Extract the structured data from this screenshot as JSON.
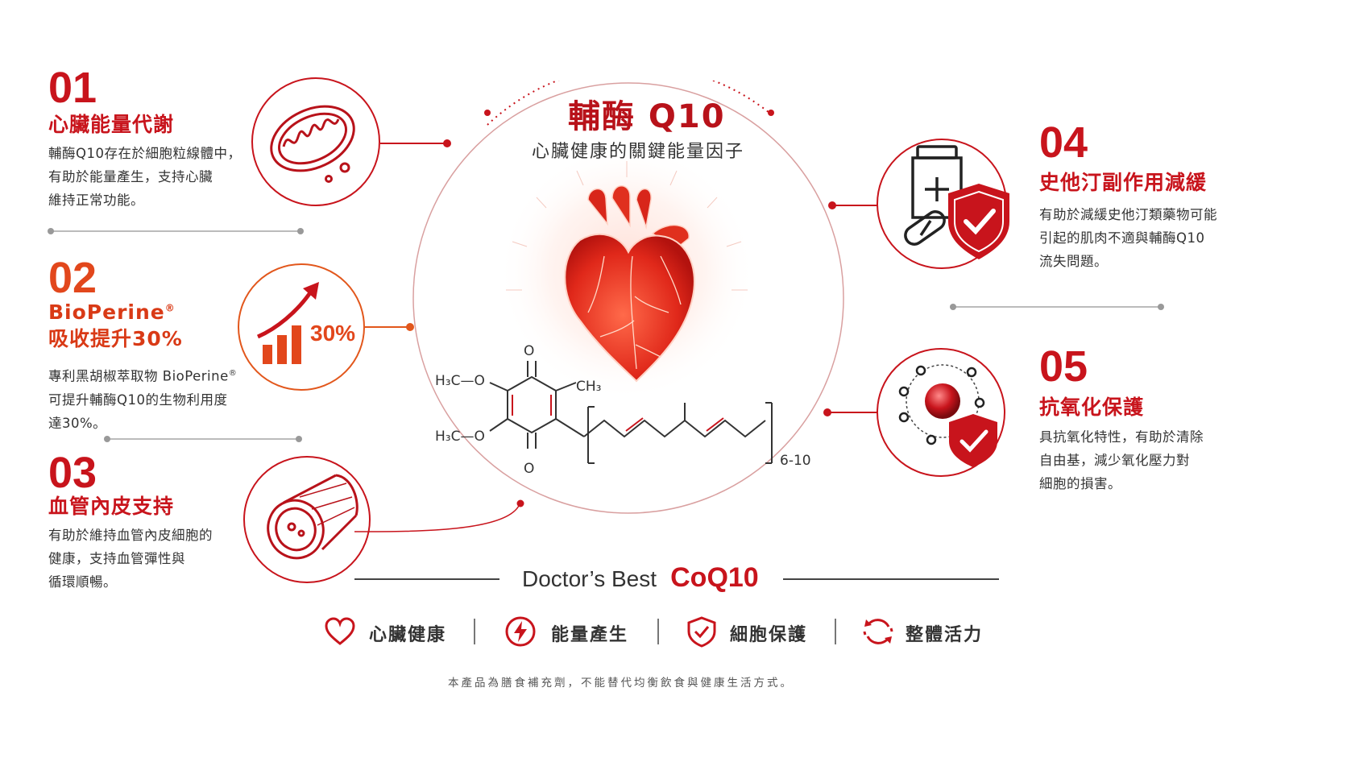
{
  "center": {
    "title": "輔酶 Q10",
    "subtitle": "心臟健康的關鍵能量因子",
    "formula": {
      "group_top": "H₃C—O",
      "group_bottom": "H₃C—O",
      "methyl": "CH₃",
      "oxygen_top": "O",
      "oxygen_bottom": "O",
      "repeat": "6-10"
    }
  },
  "benefits": [
    {
      "num": "01",
      "title": "心臟能量代謝",
      "desc": [
        "輔酶Q10存在於細胞粒線體中，",
        "有助於能量產生，支持心臟",
        "維持正常功能。"
      ],
      "icon": "mitochondria-icon"
    },
    {
      "num": "02",
      "title_line1": "BioPerine",
      "title_reg": "®",
      "title_line2": "吸收提升30%",
      "desc_line1": "專利黑胡椒萃取物 BioPerine",
      "desc_reg": "®",
      "desc": [
        "可提升輔酶Q10的生物利用度",
        "達30%。"
      ],
      "icon_label": "30%",
      "icon": "growth-chart-icon"
    },
    {
      "num": "03",
      "title": "血管內皮支持",
      "desc": [
        "有助於維持血管內皮細胞的",
        "健康，支持血管彈性與",
        "循環順暢。"
      ],
      "icon": "blood-vessel-icon"
    },
    {
      "num": "04",
      "title": "史他汀副作用減緩",
      "desc": [
        "有助於減緩史他汀類藥物可能",
        "引起的肌肉不適與輔酶Q10",
        "流失問題。"
      ],
      "icon": "medicine-shield-icon"
    },
    {
      "num": "05",
      "title": "抗氧化保護",
      "desc": [
        "具抗氧化特性，有助於清除",
        "自由基，減少氧化壓力對",
        "細胞的損害。"
      ],
      "icon": "antioxidant-icon"
    }
  ],
  "brand": {
    "name": "Doctor’s Best",
    "product": "CoQ10"
  },
  "features": [
    {
      "label": "心臟健康",
      "icon": "heart-outline-icon"
    },
    {
      "label": "能量產生",
      "icon": "lightning-icon"
    },
    {
      "label": "細胞保護",
      "icon": "shield-check-icon"
    },
    {
      "label": "整體活力",
      "icon": "cycle-icon"
    }
  ],
  "disclaimer": "本產品為膳食補充劑，不能替代均衡飲食與健康生活方式。",
  "colors": {
    "primary": "#c8141c",
    "accent": "#e2471c",
    "text": "#333333"
  }
}
